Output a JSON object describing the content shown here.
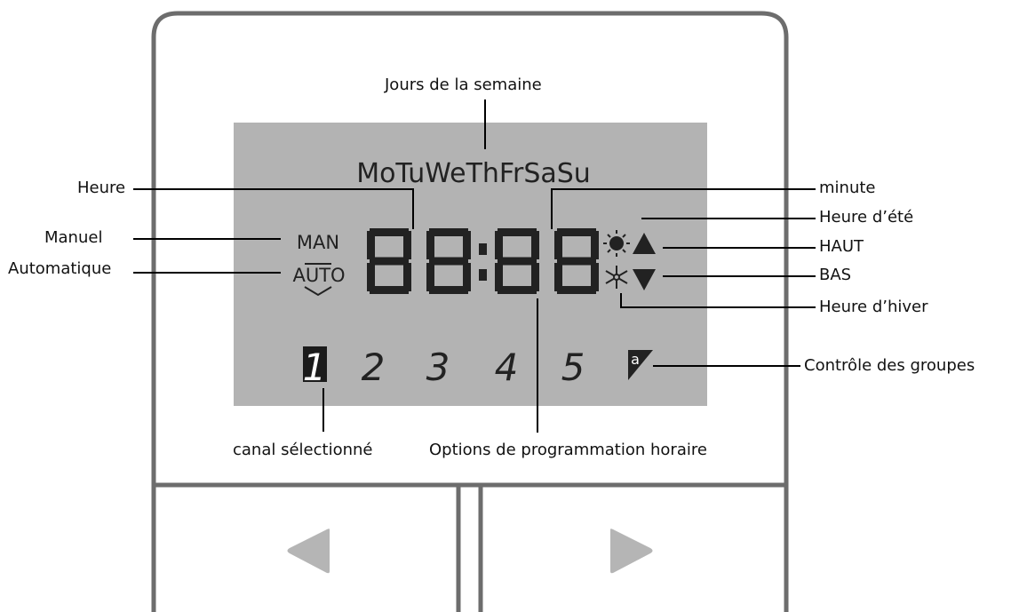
{
  "display": {
    "days": "MoTuWeThFrSaSu",
    "mode_manual": "MAN",
    "mode_auto": "AUTO",
    "channels": [
      "1",
      "2",
      "3",
      "4",
      "5"
    ],
    "selected_channel": "1",
    "group_symbol": "a"
  },
  "labels": {
    "days": "Jours de la semaine",
    "hour": "Heure",
    "manual": "Manuel",
    "automatic": "Automatique",
    "minute": "minute",
    "summer_time": "Heure d’été",
    "up": "HAUT",
    "down": "BAS",
    "winter_time": "Heure d’hiver",
    "group_control": "Contrôle des groupes",
    "selected_channel": "canal sélectionné",
    "time_options": "Options de programmation horaire"
  },
  "colors": {
    "lcd_bg": "#b3b3b3",
    "frame": "#6d6d6d",
    "segment": "#222222",
    "arrow_button": "#b5b5b5"
  },
  "icons": [
    "sun-icon",
    "snowflake-icon",
    "up-triangle-icon",
    "down-triangle-icon",
    "left-arrow-icon",
    "right-arrow-icon",
    "shield-chevron-icon"
  ]
}
